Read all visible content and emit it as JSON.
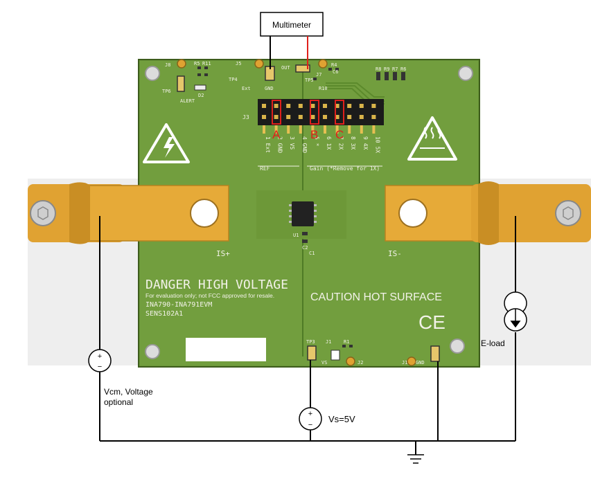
{
  "labels": {
    "multimeter": "Multimeter",
    "eload": "E-load",
    "vcm_line1": "Vcm, Voltage",
    "vcm_line2": "optional",
    "vs": "Vs=5V",
    "plus": "+",
    "minus": "−"
  },
  "board": {
    "danger": "DANGER HIGH VOLTAGE",
    "eval_note": "For evaluation only; not FCC approved for resale.",
    "part": "INA790-INA791EVM",
    "sens": "SENS102A1",
    "caution": "CAUTION HOT SURFACE",
    "ce": "CE",
    "isplus": "IS+",
    "isminus": "IS-",
    "j3": "J3",
    "j8": "J8",
    "j5": "J5",
    "j7": "J7",
    "j1": "J1",
    "j2": "J2",
    "tp4": "TP4",
    "tp5": "TP5",
    "tp6": "TP6",
    "tp3": "TP3",
    "ext": "Ext",
    "gnd": "GND",
    "out": "OUT",
    "vs": "VS",
    "gnd_b": "GND",
    "alert": "ALERT",
    "d2": "D2",
    "r5": "R5",
    "r11": "R11",
    "r10": "R10",
    "r4": "R4",
    "c6": "C6",
    "r8": "R8",
    "r9": "R9",
    "r7": "R7",
    "r6": "R6",
    "u1": "U1",
    "c2": "C2",
    "c1": "C1",
    "r1": "R1",
    "ref": "REF",
    "gain_note": "Gain (*Remove for 1X)",
    "pin_labels": [
      "1 Ext",
      "2 GND",
      "3 VS",
      "4 GND",
      "5 *",
      "6 1X",
      "7 2X",
      "8 3X",
      "9 4X",
      "10 5X"
    ],
    "markers": [
      "A",
      "B",
      "C"
    ]
  },
  "colors": {
    "pcb": "#6f9a3a",
    "copper": "#e2a533",
    "wire": "#000000",
    "probe_red": "#e0201b",
    "marker_red": "#e0201b"
  }
}
